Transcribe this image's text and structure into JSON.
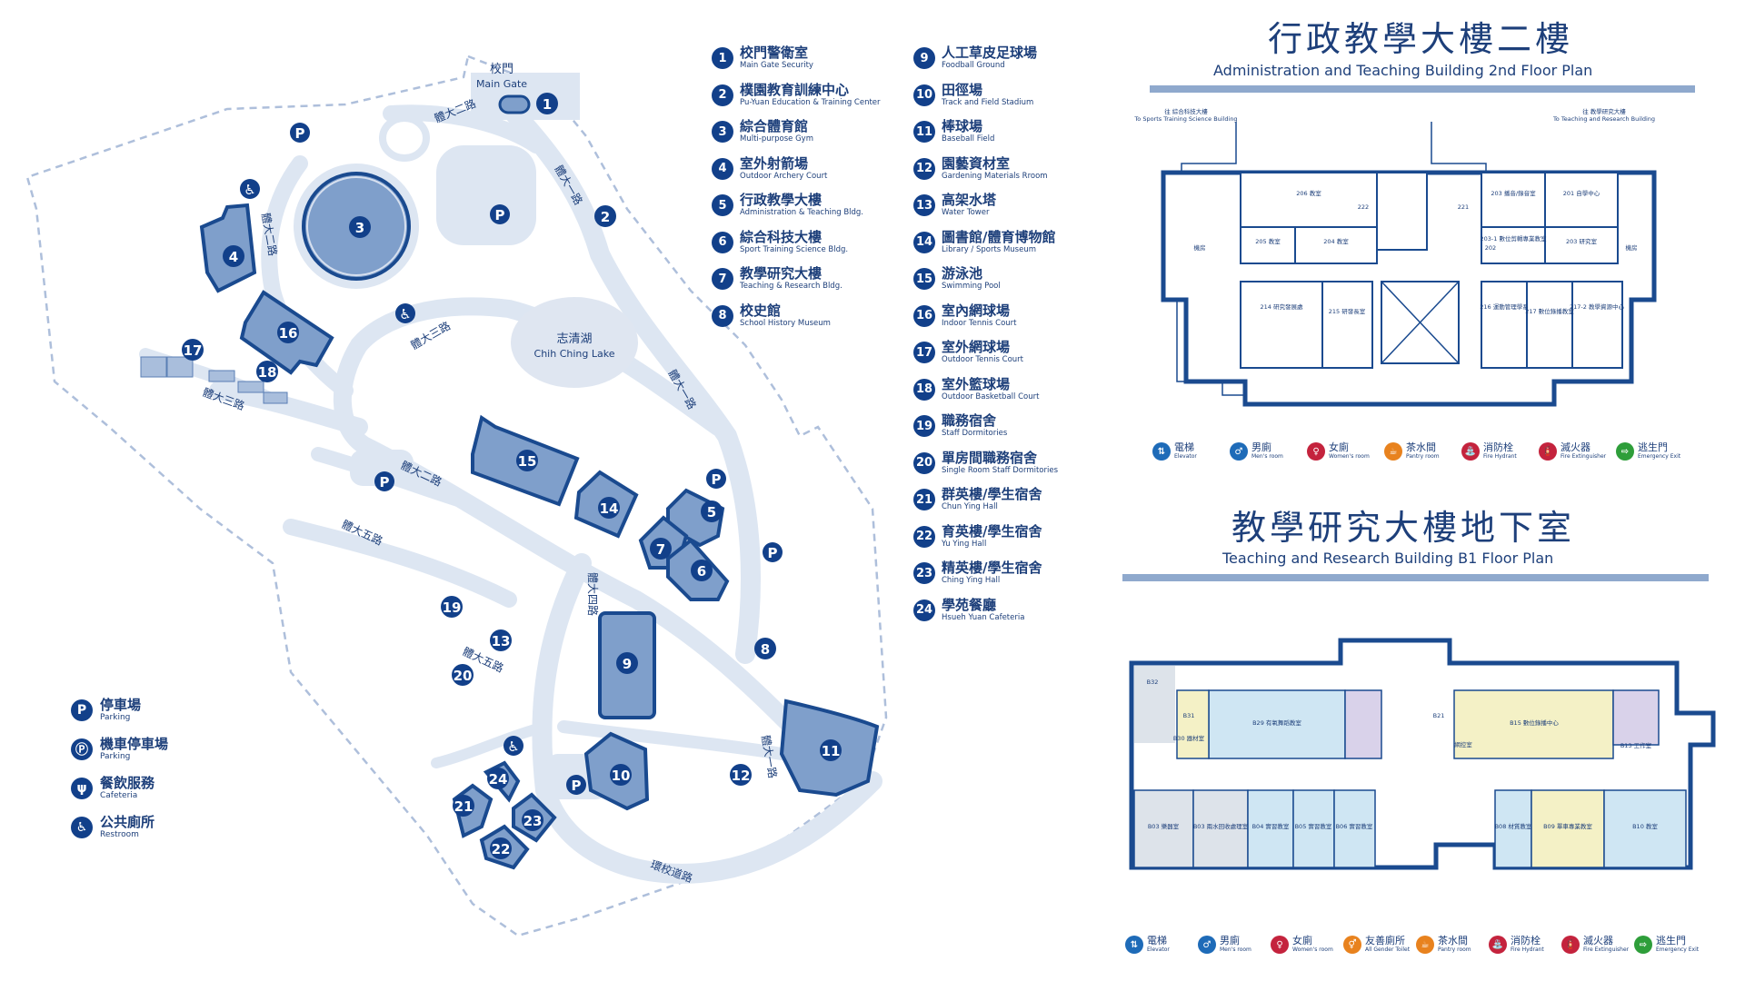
{
  "map": {
    "main_gate_zh": "校門",
    "main_gate_en": "Main Gate",
    "lake_zh": "志清湖",
    "lake_en": "Chih Ching Lake",
    "roads": {
      "r1a": "體大二路",
      "r1b": "體大一路",
      "r2": "體大二路",
      "r3": "體大三路",
      "r4": "體大三路",
      "r5": "體大一路",
      "r6": "體大二路",
      "r7": "體大五路",
      "r8": "體大五路",
      "r9": "體大一路",
      "r10": "環校道路",
      "r11": "體大四路"
    },
    "parking_symbol": "P",
    "markers": [
      "1",
      "2",
      "3",
      "4",
      "5",
      "6",
      "7",
      "8",
      "9",
      "10",
      "11",
      "12",
      "13",
      "14",
      "15",
      "16",
      "17",
      "18",
      "19",
      "20",
      "21",
      "22",
      "23",
      "24"
    ]
  },
  "places": [
    {
      "num": "1",
      "zh": "校門警衛室",
      "en": "Main Gate Security"
    },
    {
      "num": "2",
      "zh": "樸園教育訓練中心",
      "en": "Pu-Yuan Education & Training Center"
    },
    {
      "num": "3",
      "zh": "綜合體育館",
      "en": "Multi-purpose Gym"
    },
    {
      "num": "4",
      "zh": "室外射箭場",
      "en": "Outdoor Archery Court"
    },
    {
      "num": "5",
      "zh": "行政教學大樓",
      "en": "Administration & Teaching Bldg."
    },
    {
      "num": "6",
      "zh": "綜合科技大樓",
      "en": "Sport Training Science Bldg."
    },
    {
      "num": "7",
      "zh": "教學研究大樓",
      "en": "Teaching & Research Bldg."
    },
    {
      "num": "8",
      "zh": "校史館",
      "en": "School History Museum"
    },
    {
      "num": "9",
      "zh": "人工草皮足球場",
      "en": "Foodball Ground"
    },
    {
      "num": "10",
      "zh": "田徑場",
      "en": "Track and Field Stadium"
    },
    {
      "num": "11",
      "zh": "棒球場",
      "en": "Baseball Field"
    },
    {
      "num": "12",
      "zh": "園藝資材室",
      "en": "Gardening Materials Rroom"
    },
    {
      "num": "13",
      "zh": "高架水塔",
      "en": "Water Tower"
    },
    {
      "num": "14",
      "zh": "圖書館/體育博物館",
      "en": "Library / Sports Museum"
    },
    {
      "num": "15",
      "zh": "游泳池",
      "en": "Swimming Pool"
    },
    {
      "num": "16",
      "zh": "室內網球場",
      "en": "Indoor Tennis Court"
    },
    {
      "num": "17",
      "zh": "室外網球場",
      "en": "Outdoor Tennis Court"
    },
    {
      "num": "18",
      "zh": "室外籃球場",
      "en": "Outdoor Basketball Court"
    },
    {
      "num": "19",
      "zh": "職務宿舍",
      "en": "Staff Dormitories"
    },
    {
      "num": "20",
      "zh": "單房間職務宿舍",
      "en": "Single Room Staff Dormitories"
    },
    {
      "num": "21",
      "zh": "群英樓/學生宿舍",
      "en": "Chun Ying Hall"
    },
    {
      "num": "22",
      "zh": "育英樓/學生宿舍",
      "en": "Yu Ying Hall"
    },
    {
      "num": "23",
      "zh": "精英樓/學生宿舍",
      "en": "Ching Ying Hall"
    },
    {
      "num": "24",
      "zh": "學苑餐廳",
      "en": "Hsueh Yuan Cafeteria"
    }
  ],
  "legend": [
    {
      "icon": "P",
      "zh": "停車場",
      "en": "Parking"
    },
    {
      "icon": "Ⓟ",
      "zh": "機車停車場",
      "en": "Parking"
    },
    {
      "icon": "ψ",
      "zh": "餐飲服務",
      "en": "Cafeteria"
    },
    {
      "icon": "♿",
      "zh": "公共廁所",
      "en": "Restroom"
    }
  ],
  "floor2": {
    "title_zh": "行政教學大樓二樓",
    "title_en": "Administration and Teaching Building 2nd Floor Plan",
    "arrow_left_zh": "往 綜合科技大樓",
    "arrow_left_en": "To Sports Training Science Building",
    "arrow_right_zh": "往 教學研究大樓",
    "arrow_right_en": "To Teaching and Research Building",
    "rooms": {
      "r206": "206 教室",
      "r205": "205 教室",
      "r204": "204 教室",
      "r222": "222",
      "r221": "221",
      "r203": "203 播音/錄音室",
      "r201": "201 自學中心",
      "r2031": "203-1 數位剪輯專業教室",
      "r202": "202",
      "r203b": "203 研究室",
      "lift_l": "機房",
      "lift_r": "機房",
      "r214": "214 研究發展處",
      "r215": "215 研發長室",
      "r216": "216 運動管理學系",
      "r217": "217 數位錄播教室",
      "r2172": "217-2 教學資源中心"
    },
    "legend": [
      {
        "icon": "⇅",
        "zh": "電梯",
        "en": "Elevator",
        "color": "#1e6bb8"
      },
      {
        "icon": "♂",
        "zh": "男廁",
        "en": "Men's room",
        "color": "#1e6bb8"
      },
      {
        "icon": "♀",
        "zh": "女廁",
        "en": "Women's room",
        "color": "#c4233d"
      },
      {
        "icon": "☕",
        "zh": "茶水間",
        "en": "Pantry room",
        "color": "#e8821e"
      },
      {
        "icon": "⛲",
        "zh": "消防栓",
        "en": "Fire Hydrant",
        "color": "#c4233d"
      },
      {
        "icon": "🧯",
        "zh": "滅火器",
        "en": "Fire Extinguisher",
        "color": "#c4233d"
      },
      {
        "icon": "⇨",
        "zh": "逃生門",
        "en": "Emergency Exit",
        "color": "#2e9e3a"
      }
    ]
  },
  "floorB1": {
    "title_zh": "教學研究大樓地下室",
    "title_en": "Teaching and Research Building B1 Floor Plan",
    "rooms": {
      "b32": "B32",
      "b31": "B31",
      "b30": "B30 器材室",
      "b29": "B29 有氧舞蹈教室",
      "b21": "B21",
      "b15": "B15 數位錄播中心",
      "b14": "網控室",
      "b13": "B13 工作室",
      "b03": "B03 樂器室",
      "b03b": "B03 兩水回收處理室",
      "b04": "B04 實習教室",
      "b05": "B05 實習教室",
      "b06": "B06 實習教室",
      "b08": "B08 材質教室",
      "b09": "B09 單車專業教室",
      "b10": "B10 教室"
    },
    "legend": [
      {
        "icon": "⇅",
        "zh": "電梯",
        "en": "Elevator",
        "color": "#1e6bb8"
      },
      {
        "icon": "♂",
        "zh": "男廁",
        "en": "Men's room",
        "color": "#1e6bb8"
      },
      {
        "icon": "♀",
        "zh": "女廁",
        "en": "Women's room",
        "color": "#c4233d"
      },
      {
        "icon": "⚥",
        "zh": "友善廁所",
        "en": "All Gender Toilet",
        "color": "#e8821e"
      },
      {
        "icon": "☕",
        "zh": "茶水間",
        "en": "Pantry room",
        "color": "#e8821e"
      },
      {
        "icon": "⛲",
        "zh": "消防栓",
        "en": "Fire Hydrant",
        "color": "#c4233d"
      },
      {
        "icon": "🧯",
        "zh": "滅火器",
        "en": "Fire Extinguisher",
        "color": "#c4233d"
      },
      {
        "icon": "⇨",
        "zh": "逃生門",
        "en": "Emergency Exit",
        "color": "#2e9e3a"
      }
    ]
  }
}
